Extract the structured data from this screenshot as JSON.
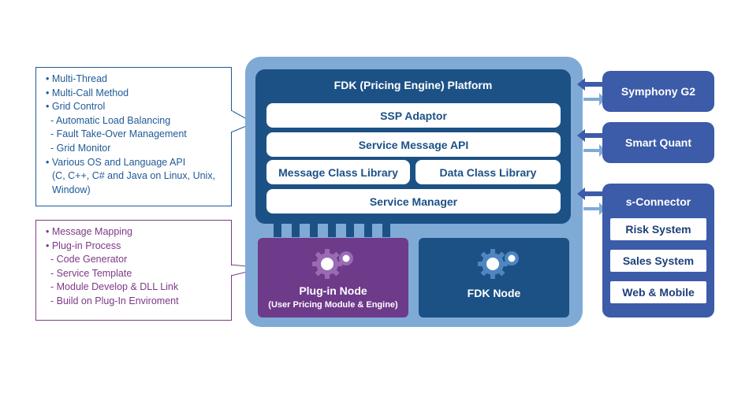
{
  "left_callouts": {
    "capabilities": [
      {
        "text": "• Multi-Thread",
        "kind": "bullet"
      },
      {
        "text": "• Multi-Call Method",
        "kind": "bullet"
      },
      {
        "text": "• Grid Control",
        "kind": "bullet"
      },
      {
        "text": "- Automatic Load Balancing",
        "kind": "sub"
      },
      {
        "text": "- Fault Take-Over Management",
        "kind": "sub"
      },
      {
        "text": "- Grid Monitor",
        "kind": "sub"
      },
      {
        "text": "• Various OS and Language API",
        "kind": "bullet"
      },
      {
        "text": "(C, C++, C# and Java on Linux, Unix,",
        "kind": "cont"
      },
      {
        "text": "Window)",
        "kind": "cont"
      }
    ],
    "plugin_features": [
      {
        "text": "• Message Mapping",
        "kind": "bullet"
      },
      {
        "text": "• Plug-in Process",
        "kind": "bullet"
      },
      {
        "text": "- Code Generator",
        "kind": "sub"
      },
      {
        "text": "- Service Template",
        "kind": "sub"
      },
      {
        "text": "- Module Develop & DLL Link",
        "kind": "sub"
      },
      {
        "text": "- Build on Plug-In Enviroment",
        "kind": "sub"
      }
    ]
  },
  "platform": {
    "title": "FDK (Pricing Engine) Platform",
    "ssp_adaptor": "SSP Adaptor",
    "service_message_api": "Service Message API",
    "message_class_library": "Message Class Library",
    "data_class_library": "Data Class Library",
    "service_manager": "Service Manager",
    "plugin_node": {
      "title": "Plug-in Node",
      "subtitle": "(User Pricing Module & Engine)"
    },
    "fdk_node": {
      "title": "FDK Node"
    }
  },
  "external_systems": {
    "symphony": "Symphony G2",
    "smart_quant": "Smart Quant",
    "s_connector": {
      "title": "s-Connector",
      "items": [
        "Risk System",
        "Sales System",
        "Web & Mobile"
      ]
    }
  },
  "colors": {
    "capabilities_text": "#1e5a96",
    "plugin_text": "#7d3a86",
    "platform_dark": "#1c5186",
    "platform_light": "#7faad6",
    "plugin_node": "#6e3a8a",
    "external_box": "#3c5ba8",
    "arrow_dark": "#3c5ba8",
    "arrow_light": "#7faad6"
  },
  "icons": [
    "gear-icon",
    "arrow-left-icon",
    "arrow-right-icon"
  ]
}
